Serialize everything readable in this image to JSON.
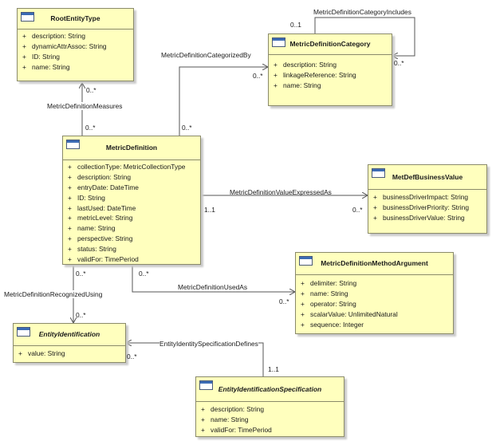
{
  "classes": {
    "root_entity_type": {
      "name": "RootEntityType",
      "attributes": [
        {
          "vis": "+",
          "text": "description: String"
        },
        {
          "vis": "+",
          "text": "dynamicAttrAssoc: String"
        },
        {
          "vis": "+",
          "text": "ID: String"
        },
        {
          "vis": "+",
          "text": "name: String"
        }
      ]
    },
    "metric_definition_category": {
      "name": "MetricDefinitionCategory",
      "attributes": [
        {
          "vis": "+",
          "text": "description: String"
        },
        {
          "vis": "+",
          "text": "linkageReference: String"
        },
        {
          "vis": "+",
          "text": "name: String"
        }
      ]
    },
    "metric_definition": {
      "name": "MetricDefinition",
      "attributes": [
        {
          "vis": "+",
          "text": "collectionType: MetricCollectionType"
        },
        {
          "vis": "+",
          "text": "description: String"
        },
        {
          "vis": "+",
          "text": "entryDate: DateTime"
        },
        {
          "vis": "+",
          "text": "ID: String"
        },
        {
          "vis": "+",
          "text": "lastUsed: DateTime"
        },
        {
          "vis": "+",
          "text": "metricLevel: String"
        },
        {
          "vis": "+",
          "text": "name: String"
        },
        {
          "vis": "+",
          "text": "perspective: String"
        },
        {
          "vis": "+",
          "text": "status: String"
        },
        {
          "vis": "+",
          "text": "validFor: TimePeriod"
        }
      ]
    },
    "met_def_business_value": {
      "name": "MetDefBusinessValue",
      "attributes": [
        {
          "vis": "+",
          "text": "businessDriverImpact: String"
        },
        {
          "vis": "+",
          "text": "businessDriverPriority: String"
        },
        {
          "vis": "+",
          "text": "businessDriverValue: String"
        }
      ]
    },
    "metric_definition_method_argument": {
      "name": "MetricDefinitionMethodArgument",
      "attributes": [
        {
          "vis": "+",
          "text": "delimiter: String"
        },
        {
          "vis": "+",
          "text": "name: String"
        },
        {
          "vis": "+",
          "text": "operator: String"
        },
        {
          "vis": "+",
          "text": "scalarValue: UnlimitedNatural"
        },
        {
          "vis": "+",
          "text": "sequence: Integer"
        }
      ]
    },
    "entity_identification": {
      "name": "EntityIdentification",
      "attributes": [
        {
          "vis": "+",
          "text": "value: String"
        }
      ]
    },
    "entity_identification_specification": {
      "name": "EntityIdentificationSpecification",
      "attributes": [
        {
          "vis": "+",
          "text": "description: String"
        },
        {
          "vis": "+",
          "text": "name: String"
        },
        {
          "vis": "+",
          "text": "validFor: TimePeriod"
        }
      ]
    }
  },
  "associations": {
    "category_includes": {
      "name": "MetricDefinitionCategoryIncludes",
      "mult_a": "0..1",
      "mult_b": "0..*"
    },
    "categorized_by": {
      "name": "MetricDefinitionCategorizedBy",
      "mult_category": "0..*",
      "mult_definition": "0..*"
    },
    "measures": {
      "name": "MetricDefinitionMeasures",
      "mult_root": "0..*",
      "mult_definition": "0..*"
    },
    "value_expressed_as": {
      "name": "MetricDefinitionValueExpressedAs",
      "mult_definition": "1..1",
      "mult_value": "0..*"
    },
    "used_as": {
      "name": "MetricDefinitionUsedAs",
      "mult_definition": "0..*",
      "mult_argument": "0..*"
    },
    "recognized_using": {
      "name": "MetricDefinitionRecognizedUsing",
      "mult_definition": "0..*",
      "mult_identification": "0..*"
    },
    "specification_defines": {
      "name": "EntityIdentitySpecificationDefines",
      "mult_identification": "0..*",
      "mult_spec": "1..1"
    }
  },
  "colors": {
    "class_fill": "#ffffbe",
    "class_border": "#8a8a6a",
    "line": "#555555",
    "icon": "#3c6bb4"
  }
}
